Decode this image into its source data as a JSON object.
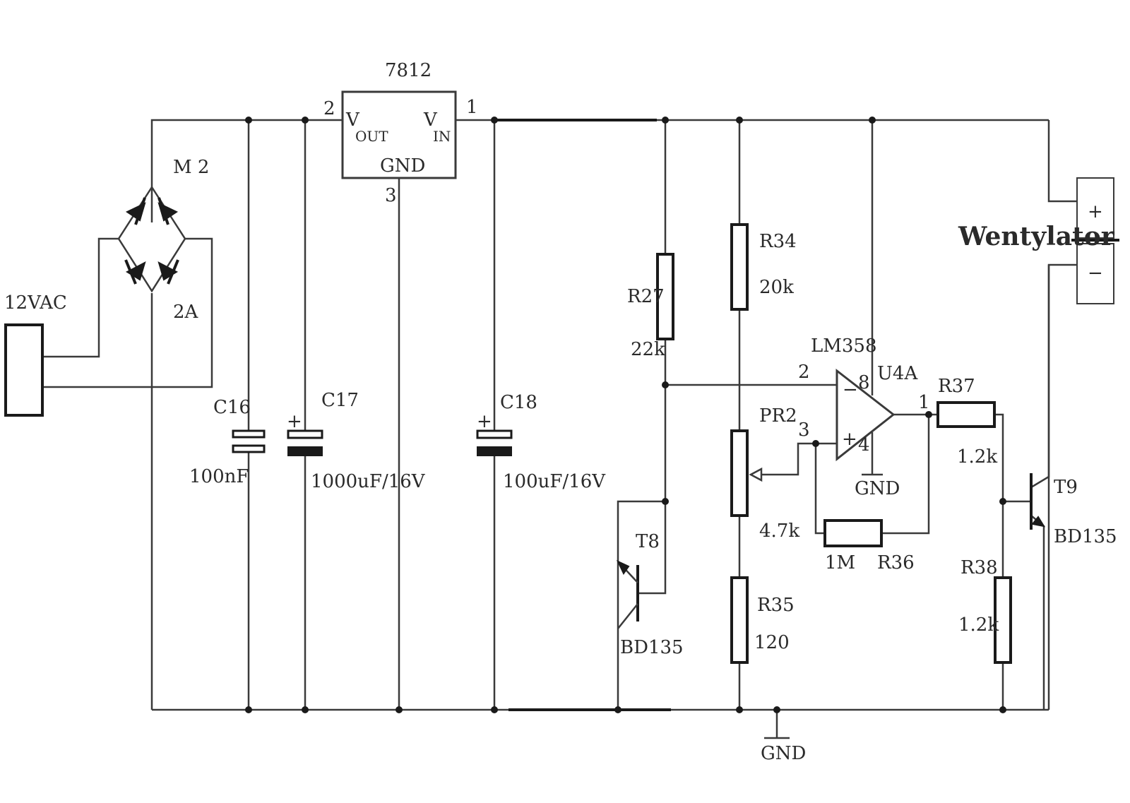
{
  "regulator": {
    "name": "7812",
    "vout": "V",
    "vout_sub": "OUT",
    "vin": "V",
    "vin_sub": "IN",
    "gnd": "GND",
    "pin_out": "2",
    "pin_in": "1",
    "pin_gnd": "3"
  },
  "bridge": {
    "name": "M 2",
    "rating": "2A"
  },
  "input": {
    "label": "12VAC"
  },
  "c16": {
    "name": "C16",
    "value": "100nF"
  },
  "c17": {
    "name": "C17",
    "value": "1000uF/16V",
    "polarity": "+"
  },
  "c18": {
    "name": "C18",
    "value": "100uF/16V",
    "polarity": "+"
  },
  "r27": {
    "name": "R27",
    "value": "22k"
  },
  "r34": {
    "name": "R34",
    "value": "20k"
  },
  "pr2": {
    "name": "PR2",
    "value": "4.7k"
  },
  "r35": {
    "name": "R35",
    "value": "120"
  },
  "r36": {
    "name": "R36",
    "value": "1M"
  },
  "r37": {
    "name": "R37",
    "value": "1.2k"
  },
  "r38": {
    "name": "R38",
    "value": "1.2k"
  },
  "t8": {
    "name": "T8",
    "part": "BD135"
  },
  "t9": {
    "name": "T9",
    "part": "BD135"
  },
  "opamp": {
    "name": "LM358",
    "unit": "U4A",
    "pin_inv": "2",
    "pin_noninv": "3",
    "pin_out": "1",
    "pin_vcc": "8",
    "pin_gnd": "4",
    "minus": "−",
    "plus": "+",
    "gnd": "GND"
  },
  "fan": {
    "label": "Wentylator",
    "plus": "+",
    "minus": "−"
  },
  "ground": {
    "label": "GND"
  }
}
